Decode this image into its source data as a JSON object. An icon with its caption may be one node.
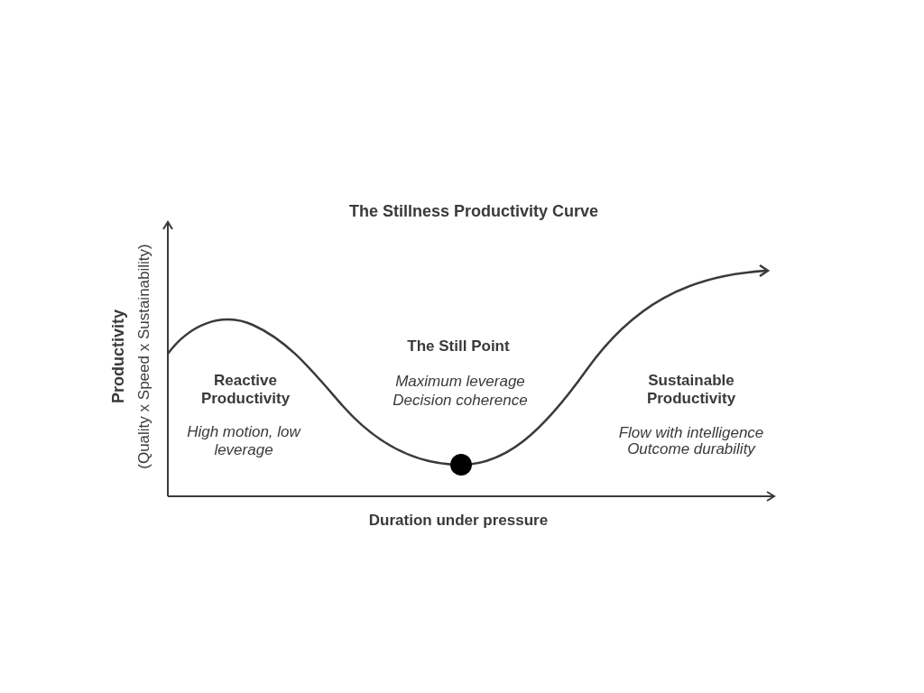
{
  "diagram": {
    "title": "The Stillness Productivity Curve",
    "labels": [
      "Productivity",
      "(Quality x Speed x Sustainability)",
      "The Still Point",
      "Reactive Productivity",
      "Maximum leverage",
      "Decision coherence",
      "Sustainable Productivity",
      "High motion, low leverage",
      "Flow with intelligence",
      "Outcome durability",
      "Duration under pressure"
    ]
  }
}
